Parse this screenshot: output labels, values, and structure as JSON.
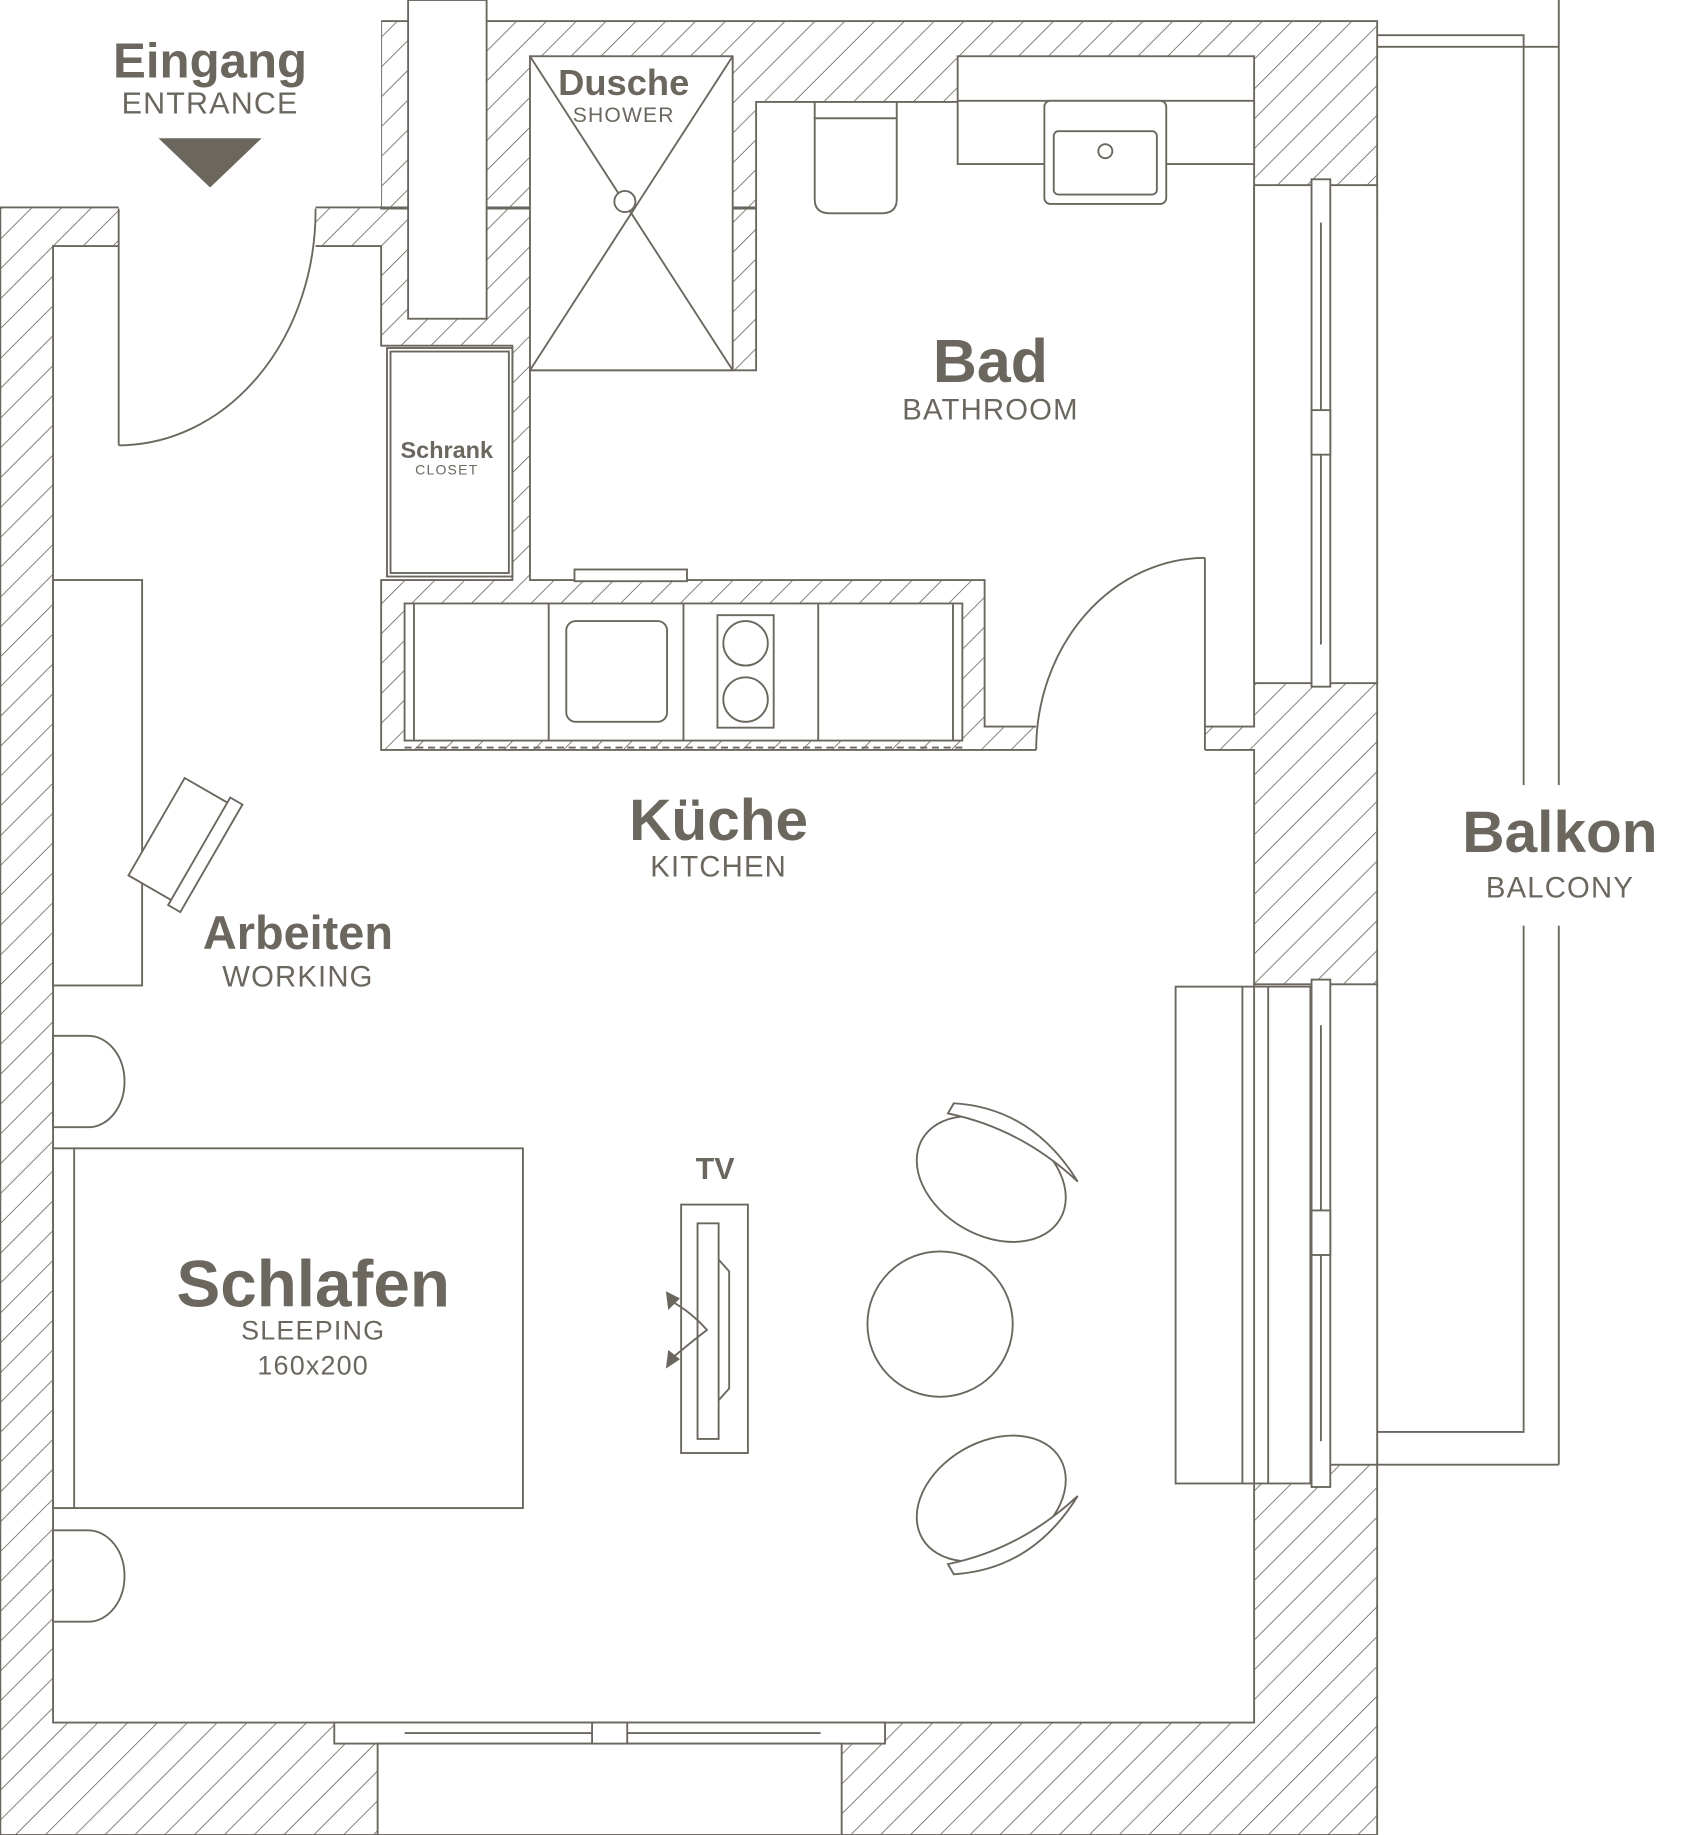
{
  "colors": {
    "line": "#6b675f",
    "background": "#ffffff"
  },
  "rooms": {
    "entrance": {
      "de": "Eingang",
      "en": "ENTRANCE"
    },
    "shower": {
      "de": "Dusche",
      "en": "SHOWER"
    },
    "bathroom": {
      "de": "Bad",
      "en": "BATHROOM"
    },
    "closet": {
      "de": "Schrank",
      "en": "CLOSET"
    },
    "kitchen": {
      "de": "Küche",
      "en": "KITCHEN"
    },
    "working": {
      "de": "Arbeiten",
      "en": "WORKING"
    },
    "balcony": {
      "de": "Balkon",
      "en": "BALCONY"
    },
    "sleeping": {
      "de": "Schlafen",
      "en": "SLEEPING",
      "size": "160x200"
    }
  },
  "furniture": {
    "tv": "TV"
  }
}
